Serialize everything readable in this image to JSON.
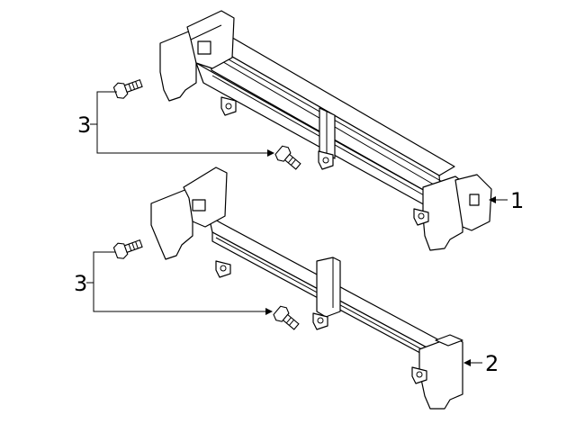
{
  "callouts": {
    "upper_support": "1",
    "lower_support": "2",
    "bolts_upper": "3",
    "bolts_lower": "3"
  },
  "colors": {
    "line": "#000000",
    "background": "#ffffff"
  }
}
